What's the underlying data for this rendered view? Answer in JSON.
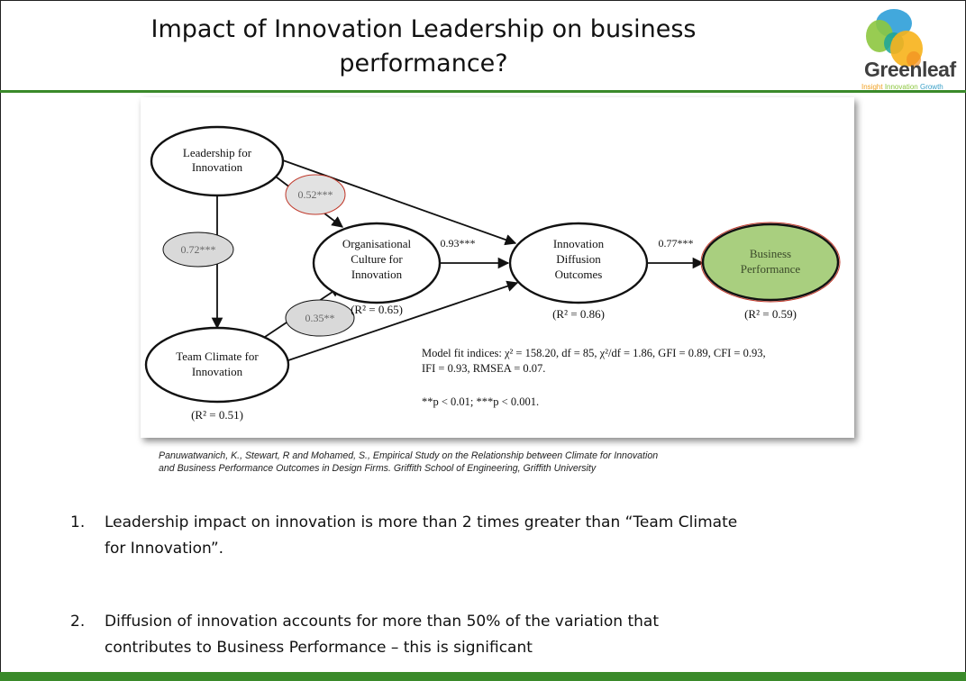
{
  "slide": {
    "title_line1": "Impact of Innovation Leadership on business",
    "title_line2": "performance?"
  },
  "logo": {
    "word": "Greenleaf",
    "tag_1": "Insight",
    "tag_2": "Innovation",
    "tag_3": "Growth",
    "colors": {
      "blue": "#2e9fd8",
      "green": "#8dc63f",
      "teal": "#1aa39a",
      "yellow": "#f7b21b",
      "orange": "#f29021"
    }
  },
  "diagram": {
    "nodes": {
      "leadership": [
        "Leadership for",
        "Innovation"
      ],
      "culture": [
        "Organisational",
        "Culture for",
        "Innovation"
      ],
      "team": [
        "Team Climate for",
        "Innovation"
      ],
      "diffusion": [
        "Innovation",
        "Diffusion",
        "Outcomes"
      ],
      "business": [
        "Business",
        "Performance"
      ]
    },
    "coefficients": {
      "leader_to_culture": "0.52***",
      "leader_to_team": "0.72***",
      "team_to_culture": "0.35**",
      "culture_to_diffusion": "0.93***",
      "diffusion_to_business": "0.77***"
    },
    "r2": {
      "culture": "(R² = 0.65)",
      "diffusion": "(R² = 0.86)",
      "business": "(R² = 0.59)",
      "team": "(R² = 0.51)"
    },
    "fit_line1": "Model fit indices: χ² = 158.20, df = 85, χ²/df = 1.86, GFI = 0.89, CFI = 0.93,",
    "fit_line2": "IFI = 0.93, RMSEA = 0.07.",
    "significance": "**p < 0.01; ***p < 0.001.",
    "colors": {
      "business_fill": "#a9cf7f",
      "highlight_ring": "#c0392b",
      "bubble_fill": "#d9d9d9"
    }
  },
  "citation": {
    "line1": "Panuwatwanich, K., Stewart, R and Mohamed, S., Empirical Study on the Relationship between Climate for Innovation",
    "line2": "and Business Performance Outcomes in Design Firms. Griffith School of Engineering, Griffith University"
  },
  "points": [
    {
      "num": "1.",
      "line1": "Leadership impact on innovation is more than 2 times greater than “Team Climate",
      "line2": "for Innovation”."
    },
    {
      "num": "2.",
      "line1": "Diffusion of innovation accounts for more than 50% of the variation that",
      "line2": "contributes to Business Performance – this is significant"
    }
  ]
}
